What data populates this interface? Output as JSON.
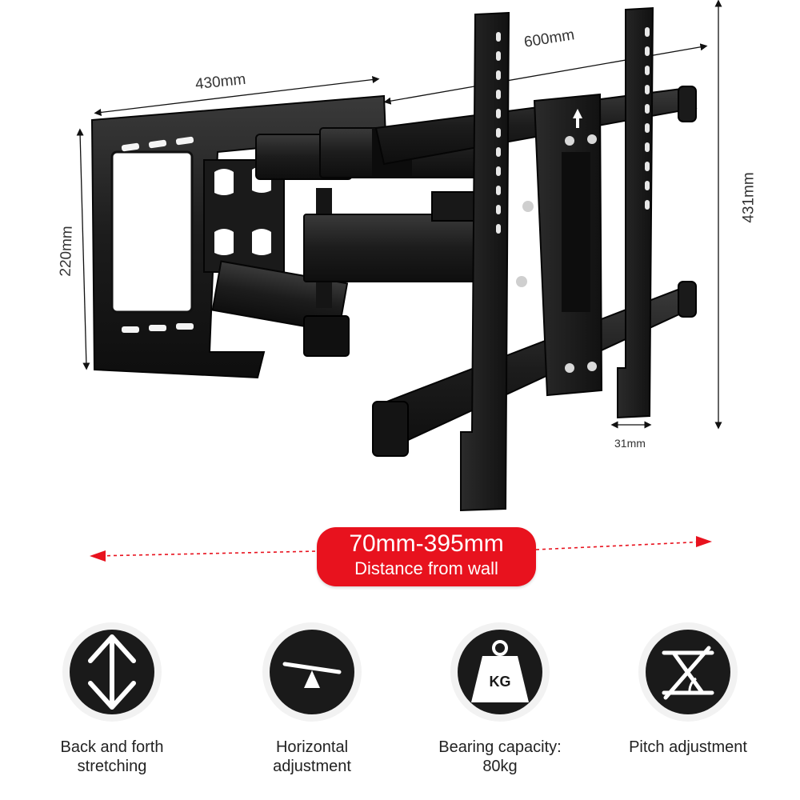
{
  "dimensions": {
    "mount_width": "430mm",
    "mount_height": "220mm",
    "vesa_width": "600mm",
    "vesa_height": "431mm",
    "bracket_depth": "31mm"
  },
  "distance": {
    "range": "70mm-395mm",
    "caption": "Distance from wall",
    "accent_color": "#e8121e"
  },
  "features": [
    {
      "icon": "up-down-arrow-icon",
      "line1": "Back and forth",
      "line2": "stretching"
    },
    {
      "icon": "seesaw-icon",
      "line1": "Horizontal",
      "line2": "adjustment"
    },
    {
      "icon": "kg-weight-icon",
      "line1": "Bearing capacity:",
      "line2": "80kg",
      "weight_label": "KG"
    },
    {
      "icon": "pitch-angle-icon",
      "line1": "Pitch adjustment",
      "line2": ""
    }
  ]
}
